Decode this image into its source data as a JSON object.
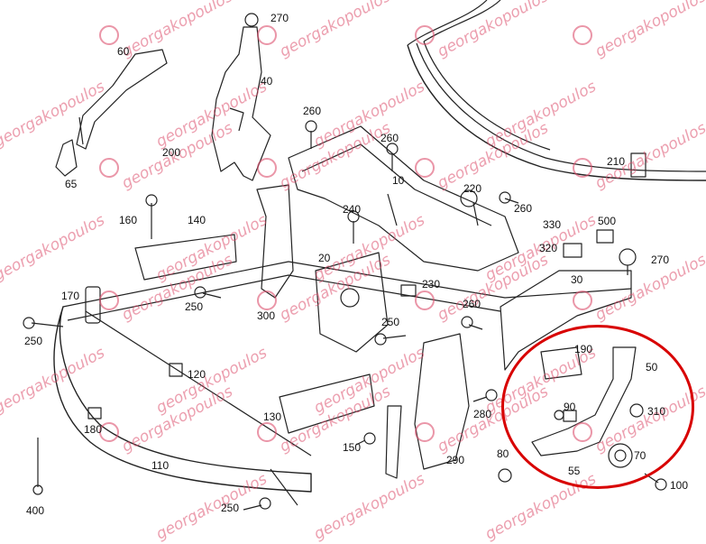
{
  "watermark": {
    "text": "georgakopoulos",
    "color": "#dc506e"
  },
  "highlight_color": "#d80000",
  "callouts": [
    "270",
    "60",
    "40",
    "260",
    "260",
    "200",
    "65",
    "10",
    "220",
    "210",
    "260",
    "240",
    "160",
    "140",
    "330",
    "500",
    "320",
    "270",
    "20",
    "230",
    "30",
    "170",
    "250",
    "300",
    "260",
    "250",
    "250",
    "190",
    "50",
    "120",
    "90",
    "310",
    "130",
    "280",
    "180",
    "150",
    "80",
    "290",
    "70",
    "110",
    "55",
    "100",
    "400",
    "250"
  ]
}
